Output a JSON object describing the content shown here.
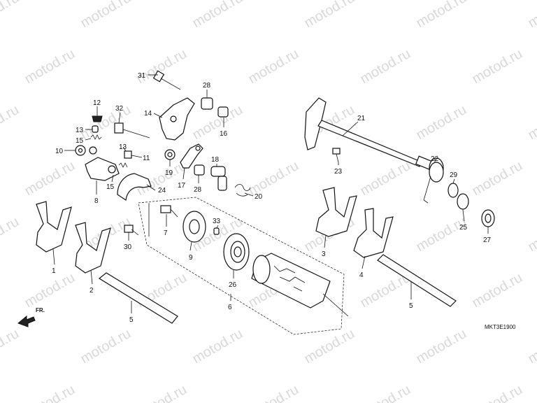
{
  "watermark": "motod.ru",
  "diagram_code": "MKT3E1900",
  "front_marker": "FR.",
  "callouts": [
    "31",
    "28",
    "14",
    "12",
    "32",
    "16",
    "13",
    "15",
    "10",
    "13",
    "11",
    "19",
    "17",
    "18",
    "28",
    "20",
    "21",
    "23",
    "22",
    "29",
    "25",
    "27",
    "24",
    "15",
    "8",
    "7",
    "33",
    "9",
    "30",
    "3",
    "4",
    "1",
    "26",
    "2",
    "6",
    "5",
    "5"
  ],
  "colors": {
    "ink": "#111111",
    "watermark": "#d9d9d9",
    "background": "#ffffff"
  }
}
